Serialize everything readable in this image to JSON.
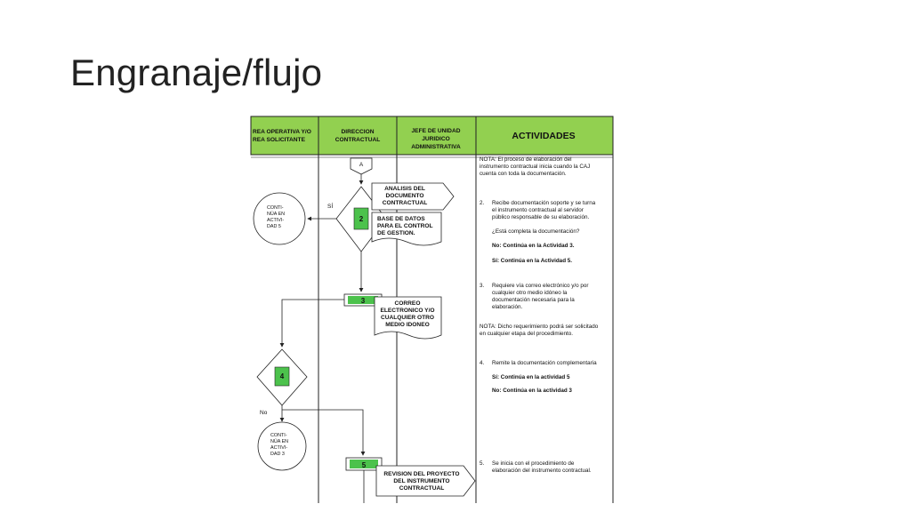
{
  "slide": {
    "title": "Engranaje/flujo"
  },
  "table": {
    "headers": {
      "col1": [
        "REA  OPERATIVA  Y/O",
        "REA SOLICITANTE"
      ],
      "col2": [
        "DIRECCION",
        "CONTRACTUAL"
      ],
      "col3": [
        "JEFE DE UNIDAD",
        "JURIDICO",
        "ADMINISTRATIVA"
      ],
      "col4": "ACTIVIDADES"
    },
    "header_color": "#92d050"
  },
  "flow": {
    "connector_a": "A",
    "step2_number": "2",
    "step3_number": "3",
    "step4_number": "4",
    "step5_number": "5",
    "doc_analisis": [
      "ANALISIS DEL",
      "DOCUMENTO",
      "CONTRACTUAL"
    ],
    "doc_base": [
      "BASE DE DATOS",
      "PARA EL CONTROL",
      "DE GESTION."
    ],
    "doc_correo": [
      "CORREO",
      "ELECTRONICO Y/O",
      "CUALQUIER OTRO",
      "MEDIO IDONEO"
    ],
    "doc_revision": [
      "REVISION DEL PROYECTO",
      "DEL INSTRUMENTO",
      "CONTRACTUAL"
    ],
    "circle_top": [
      "CONTI-",
      "NÚA EN",
      "ACTIVI-",
      "DAD 5"
    ],
    "circle_bottom": [
      "CONTI-",
      "NÚA EN",
      "ACTIVI-",
      "DAD 3"
    ],
    "label_si": "SÍ",
    "label_no": "No"
  },
  "activities": {
    "nota1": [
      "NOTA:  El  proceso  de  elaboración  del",
      "instrumento contractual  inicia cuando la CAJ",
      "cuenta con toda la documentación."
    ],
    "a2_num": "2.",
    "a2_text": [
      "Recibe documentación soporte y se turna",
      "el  instrumento  contractual  al  servidor",
      "público responsable de su elaboración."
    ],
    "a2_question": "¿Está completa la documentación?",
    "a2_no": "No: Continúa en la Actividad 3.",
    "a2_si": "Sí: Continúa en la Actividad 5.",
    "a3_num": "3.",
    "a3_text": [
      "Requiere vía correo electrónico y/o por",
      "cualquier   otro   medio   idóneo   la",
      "documentación    necesaria    para    la",
      "elaboración."
    ],
    "nota2": [
      "NOTA: Dicho requerimiento podrá ser solicitado",
      "en cualquier etapa del procedimiento."
    ],
    "a4_num": "4.",
    "a4_text": "Remite la documentación complementaria",
    "a4_si": "Sí: Continúa en la actividad 5",
    "a4_no": "No: Continúa en la actividad 3",
    "a5_num": "5.",
    "a5_text": [
      "Se  inicia  con  el  procedimiento  de",
      "elaboración del instrumento contractual."
    ]
  }
}
